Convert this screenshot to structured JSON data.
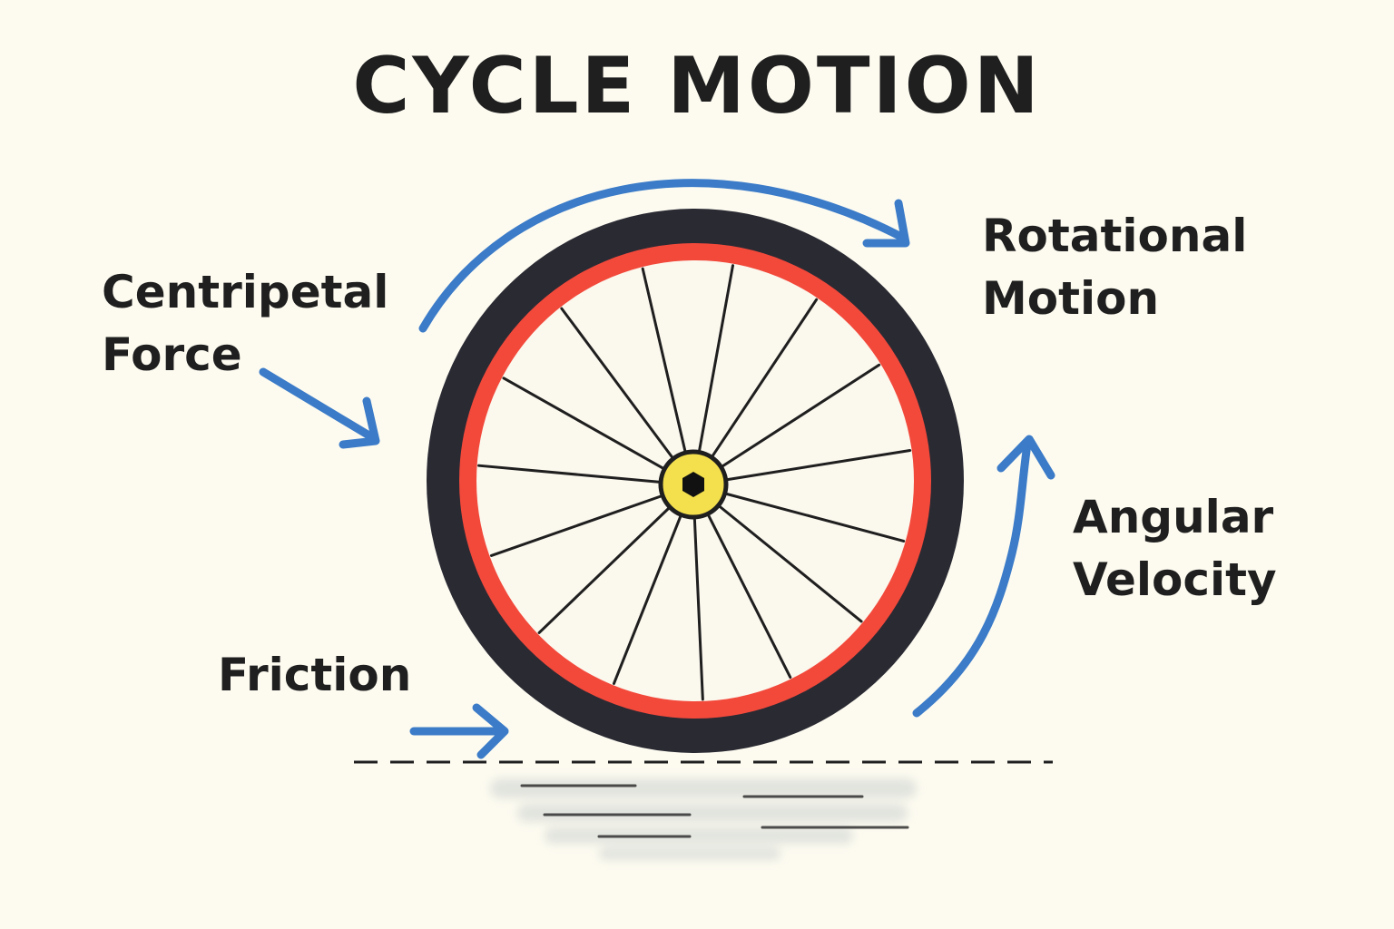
{
  "title": "CYCLE MOTION",
  "labels": {
    "centripetal": [
      "Centripetal",
      "Force"
    ],
    "rotational": [
      "Rotational",
      "Motion"
    ],
    "angular": [
      "Angular",
      "Velocity"
    ],
    "friction": "Friction"
  },
  "colors": {
    "background": "#fdfbf0",
    "text": "#1f1f1f",
    "arrow": "#3b7bc8",
    "tire": "#2a2a33",
    "rim": "#f2493b",
    "hub": "#f4e04d",
    "wheel_fill": "#fbf8ee"
  },
  "wheel": {
    "spoke_count": 15
  }
}
